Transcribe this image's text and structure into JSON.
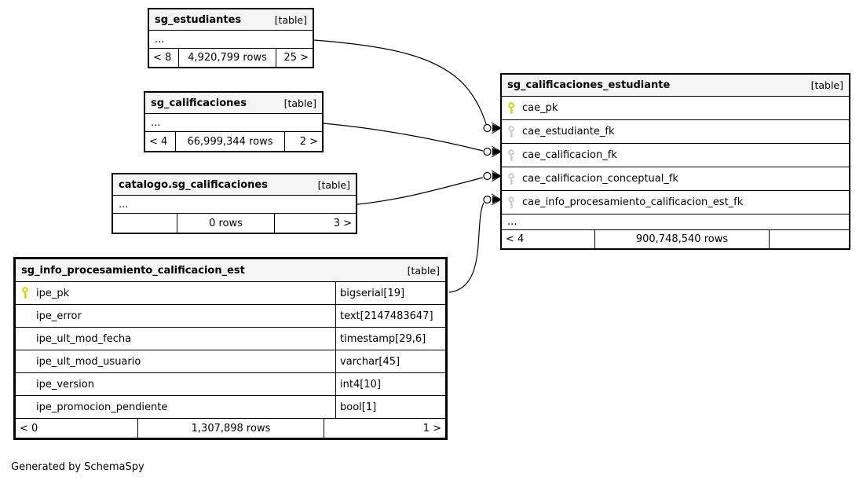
{
  "note": "Generated by SchemaSpy",
  "colors": {
    "primary_key": "#d2d200",
    "foreign_key": "#c9c9c9",
    "header_bg": "#f5f5f5",
    "edge": "#000000"
  },
  "tables": {
    "estudiantes": {
      "title": "sg_estudiantes",
      "tag": "[table]",
      "ellipsis": "...",
      "footer": {
        "left": "< 8",
        "center": "4,920,799 rows",
        "right": "25 >"
      }
    },
    "calificaciones": {
      "title": "sg_calificaciones",
      "tag": "[table]",
      "ellipsis": "...",
      "footer": {
        "left": "< 4",
        "center": "66,999,344 rows",
        "right": "2 >"
      }
    },
    "catalogo_calificaciones": {
      "title": "catalogo.sg_calificaciones",
      "tag": "[table]",
      "ellipsis": "...",
      "footer": {
        "left": "",
        "center": "0 rows",
        "right": "3 >"
      }
    },
    "calificaciones_estudiante": {
      "title": "sg_calificaciones_estudiante",
      "tag": "[table]",
      "columns": [
        {
          "name": "cae_pk",
          "key": "primary"
        },
        {
          "name": "cae_estudiante_fk",
          "key": "foreign"
        },
        {
          "name": "cae_calificacion_fk",
          "key": "foreign"
        },
        {
          "name": "cae_calificacion_conceptual_fk",
          "key": "foreign"
        },
        {
          "name": "cae_info_procesamiento_calificacion_est_fk",
          "key": "foreign"
        }
      ],
      "ellipsis": "...",
      "footer": {
        "left": "< 4",
        "center": "900,748,540 rows",
        "right": ""
      }
    },
    "info_procesamiento": {
      "title": "sg_info_procesamiento_calificacion_est",
      "tag": "[table]",
      "columns": [
        {
          "name": "ipe_pk",
          "type": "bigserial[19]",
          "key": "primary"
        },
        {
          "name": "ipe_error",
          "type": "text[2147483647]",
          "key": "none"
        },
        {
          "name": "ipe_ult_mod_fecha",
          "type": "timestamp[29,6]",
          "key": "none"
        },
        {
          "name": "ipe_ult_mod_usuario",
          "type": "varchar[45]",
          "key": "none"
        },
        {
          "name": "ipe_version",
          "type": "int4[10]",
          "key": "none"
        },
        {
          "name": "ipe_promocion_pendiente",
          "type": "bool[1]",
          "key": "none"
        }
      ],
      "footer": {
        "left": "< 0",
        "center": "1,307,898 rows",
        "right": "1 >"
      }
    }
  },
  "relationships": [
    {
      "from": "sg_estudiantes",
      "to": "sg_calificaciones_estudiante.cae_estudiante_fk"
    },
    {
      "from": "sg_calificaciones",
      "to": "sg_calificaciones_estudiante.cae_calificacion_fk"
    },
    {
      "from": "catalogo.sg_calificaciones",
      "to": "sg_calificaciones_estudiante.cae_calificacion_conceptual_fk"
    },
    {
      "from": "sg_info_procesamiento_calificacion_est",
      "to": "sg_calificaciones_estudiante.cae_info_procesamiento_calificacion_est_fk"
    }
  ]
}
